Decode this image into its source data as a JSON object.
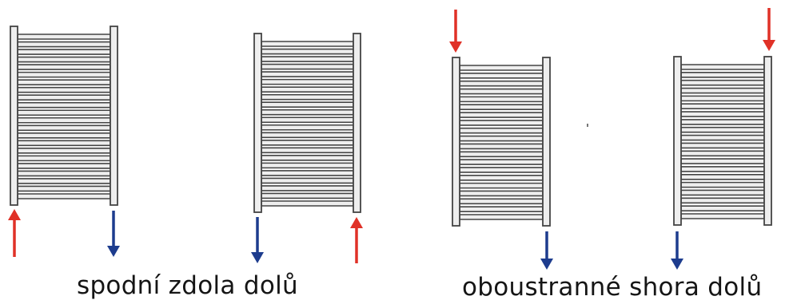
{
  "captions": {
    "bottom": "spodní zdola dolů",
    "two_sided": "oboustranné shora dolů"
  },
  "colors": {
    "supply_arrow": "#e03127",
    "return_arrow": "#1d3c8e",
    "radiator_outline": "#444444",
    "radiator_fill": "#eeeeee"
  },
  "radiators": [
    {
      "connection": "bottom",
      "supply_side": "left",
      "return_side": "right",
      "flow": "up-in / down-out"
    },
    {
      "connection": "bottom",
      "supply_side": "right",
      "return_side": "left",
      "flow": "up-in / down-out"
    },
    {
      "connection": "two-sided",
      "supply": "top-left",
      "return": "bottom-right"
    },
    {
      "connection": "two-sided",
      "supply": "top-right",
      "return": "bottom-left"
    }
  ]
}
